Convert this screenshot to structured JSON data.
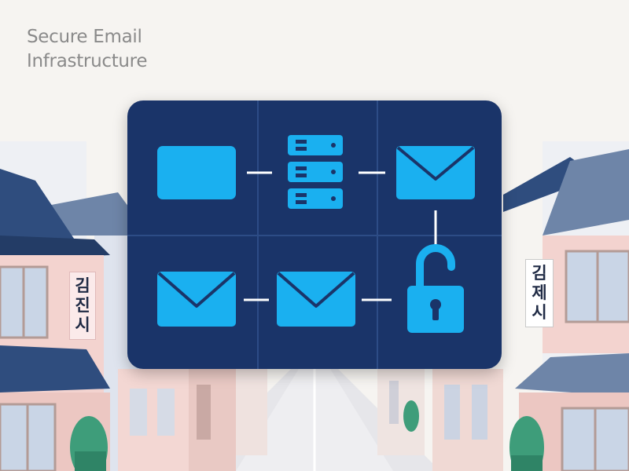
{
  "title": {
    "line1": "Secure Email",
    "line2": "Infrastructure"
  },
  "signs": {
    "left": [
      "김",
      "진",
      "시"
    ],
    "right": [
      "김",
      "제",
      "시"
    ]
  },
  "colors": {
    "panel": "#1a3469",
    "icon": "#1ab0f0",
    "connector": "#ffffff",
    "title": "#8a8a8a"
  },
  "icons": [
    "window-icon",
    "server-icon",
    "envelope-icon",
    "envelope-icon",
    "envelope-icon",
    "padlock-icon"
  ]
}
